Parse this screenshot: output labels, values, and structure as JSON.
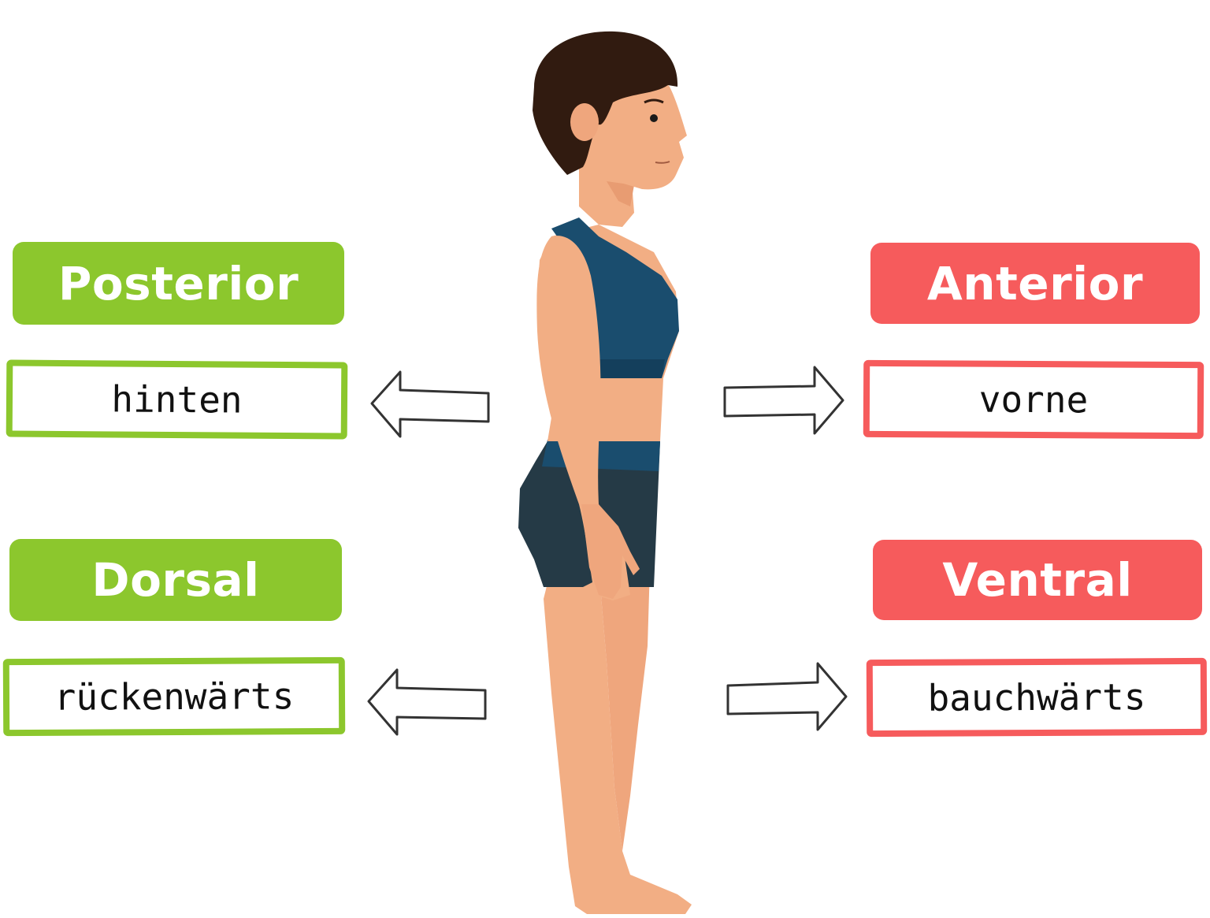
{
  "colors": {
    "green": "#8cc72d",
    "red": "#f65b5c",
    "skin": "#f2ae84",
    "hair": "#311b10",
    "top": "#1a4d6e",
    "shorts": "#253a46"
  },
  "left": {
    "posterior_label": "Posterior",
    "posterior_term": "hinten",
    "dorsal_label": "Dorsal",
    "dorsal_term": "rückenwärts"
  },
  "right": {
    "anterior_label": "Anterior",
    "anterior_term": "vorne",
    "ventral_label": "Ventral",
    "ventral_term": "bauchwärts"
  },
  "icons": {
    "left_arrow": "arrow-left-icon",
    "right_arrow": "arrow-right-icon"
  }
}
